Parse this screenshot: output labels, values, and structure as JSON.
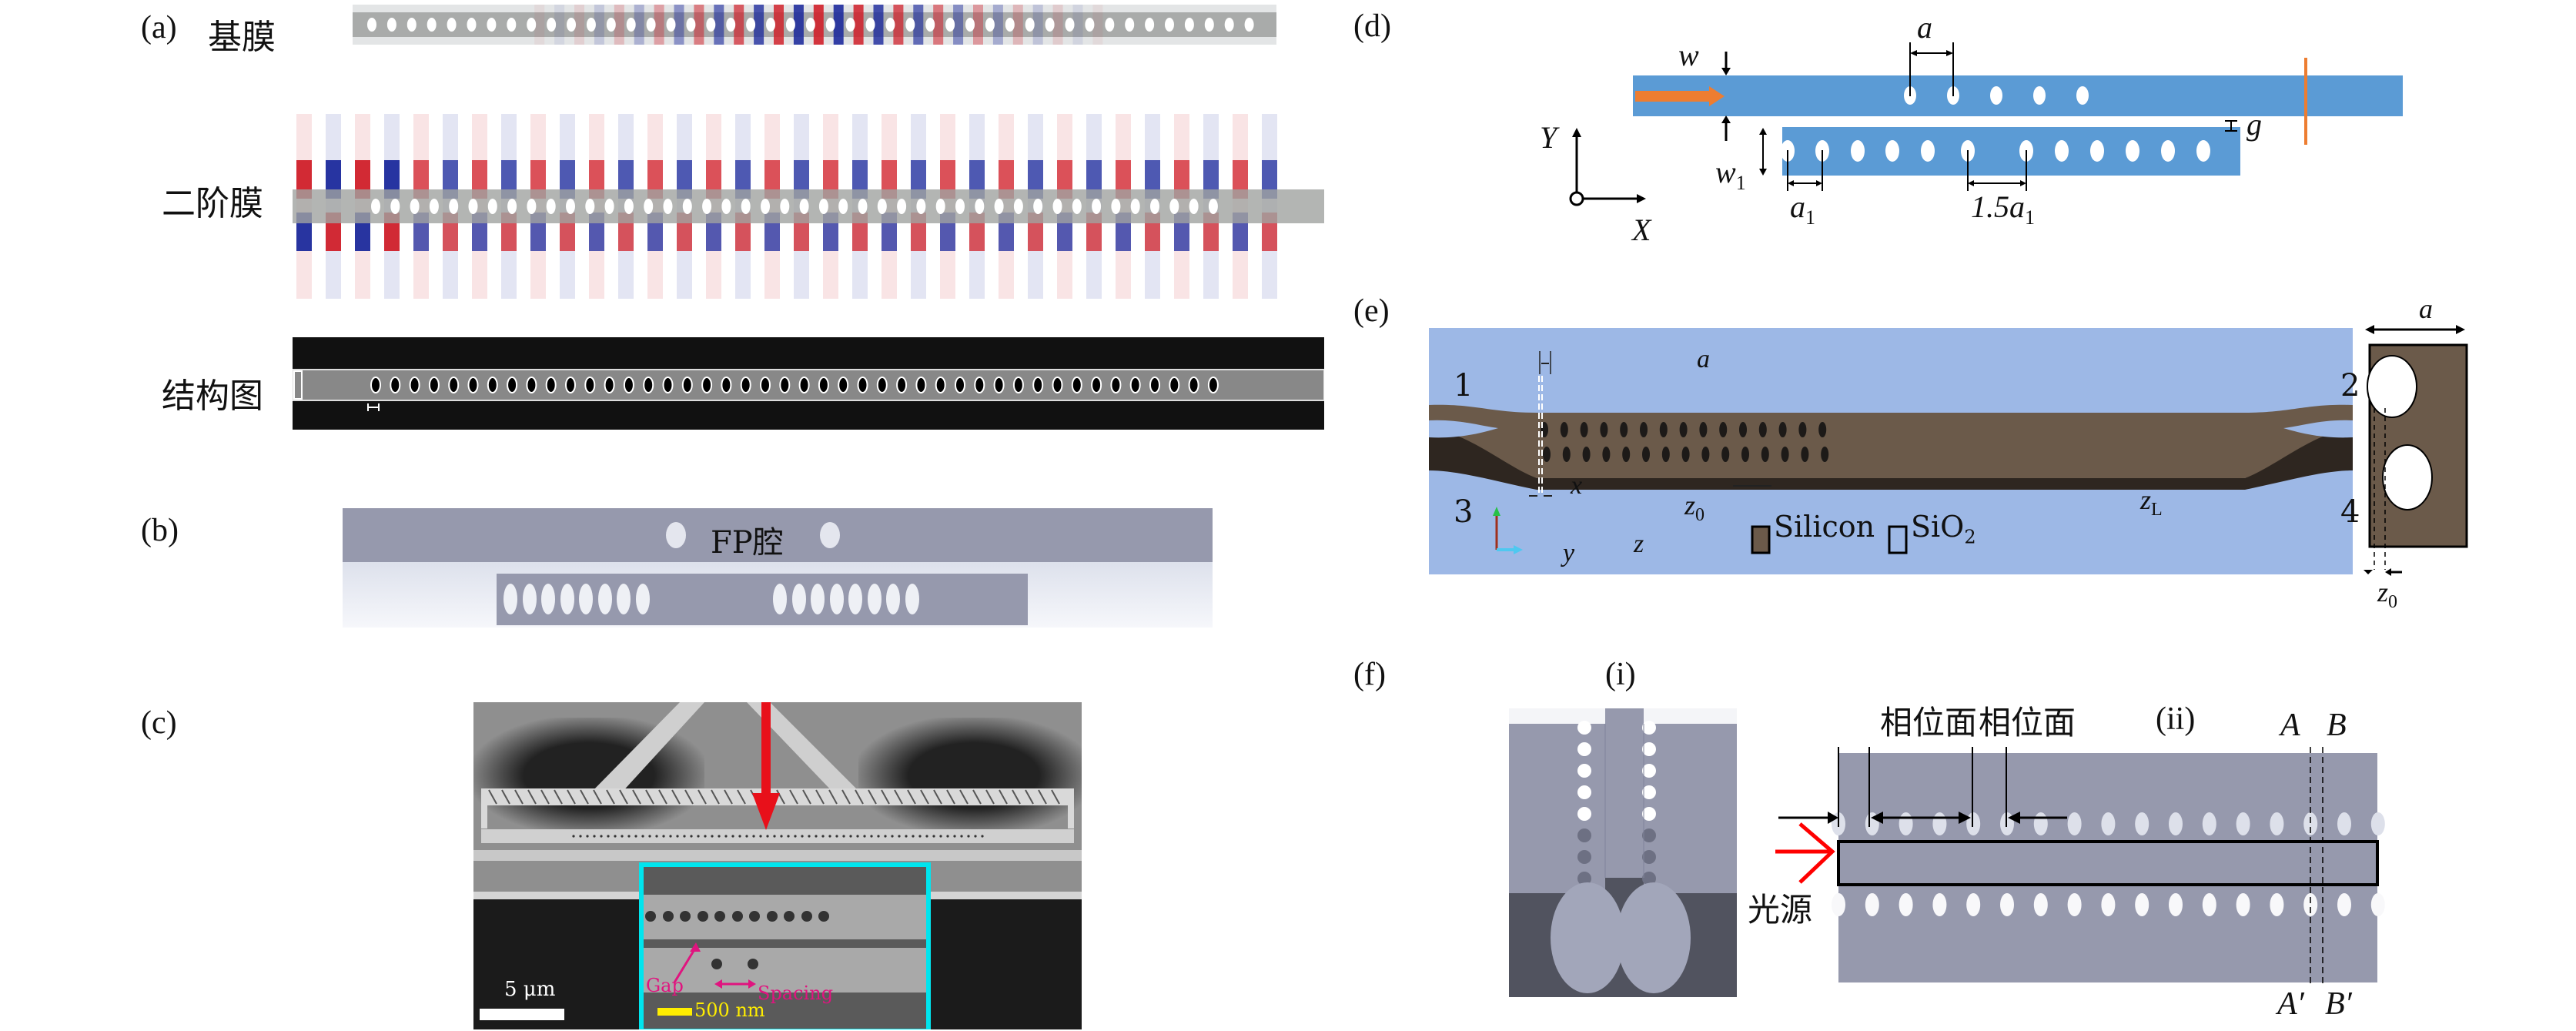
{
  "figure": {
    "panels": {
      "a": {
        "label": "(a)",
        "rows": [
          {
            "title": "基膜",
            "kind": "fundamental-mode-field"
          },
          {
            "title": "二阶膜",
            "kind": "second-order-mode-field"
          },
          {
            "title": "结构图",
            "kind": "sem-structure"
          }
        ]
      },
      "b": {
        "label": "(b)",
        "cavity_label": "FP腔"
      },
      "c": {
        "label": "(c)",
        "scale_bar_main": "5 μm",
        "scale_bar_inset": "500 nm",
        "annotation_gap": "Gap",
        "annotation_spacing": "Spacing"
      },
      "d": {
        "label": "(d)",
        "symbols": {
          "w": "w",
          "a": "a",
          "g": "g",
          "w1": "w",
          "w1_sub": "1",
          "a1": "a",
          "a1_sub": "1",
          "a15": "1.5a",
          "a15_sub": "1",
          "Y": "Y",
          "X": "X"
        }
      },
      "e": {
        "label": "(e)",
        "ports": [
          "1",
          "2",
          "3",
          "4"
        ],
        "symbols": {
          "a": "a",
          "z0": "z",
          "z0_sub": "0",
          "zL": "z",
          "zL_sub": "L",
          "x": "x",
          "y": "y",
          "z": "z"
        },
        "legend": [
          {
            "label": "Silicon",
            "color": "#6b5a4a"
          },
          {
            "label": "SiO",
            "sub": "2",
            "color": "#ffffff"
          }
        ],
        "side_a": "a",
        "side_z0": "z",
        "side_z0_sub": "0"
      },
      "f": {
        "label": "(f)",
        "sub_i": "(i)",
        "sub_ii": "(ii)",
        "phase_plane_1": "相位面",
        "phase_plane_2": "相位面",
        "light_source": "光源",
        "A": "A",
        "B": "B",
        "A_prime": "A′",
        "B_prime": "B′"
      }
    },
    "colors": {
      "waveguide_blue": "#5b9bd5",
      "input_arrow_orange": "#ed7d31",
      "field_red": "#d0202a",
      "field_blue": "#1c2a9c",
      "slab_gray": "#989cb0",
      "silicon_brown": "#6b5a4a",
      "substrate_blue": "#9db8e6",
      "inset_cyan": "#00e5ee",
      "source_red": "#ff0000",
      "annotation_magenta": "#e0147f",
      "scalebar_yellow": "#ffee00"
    }
  }
}
